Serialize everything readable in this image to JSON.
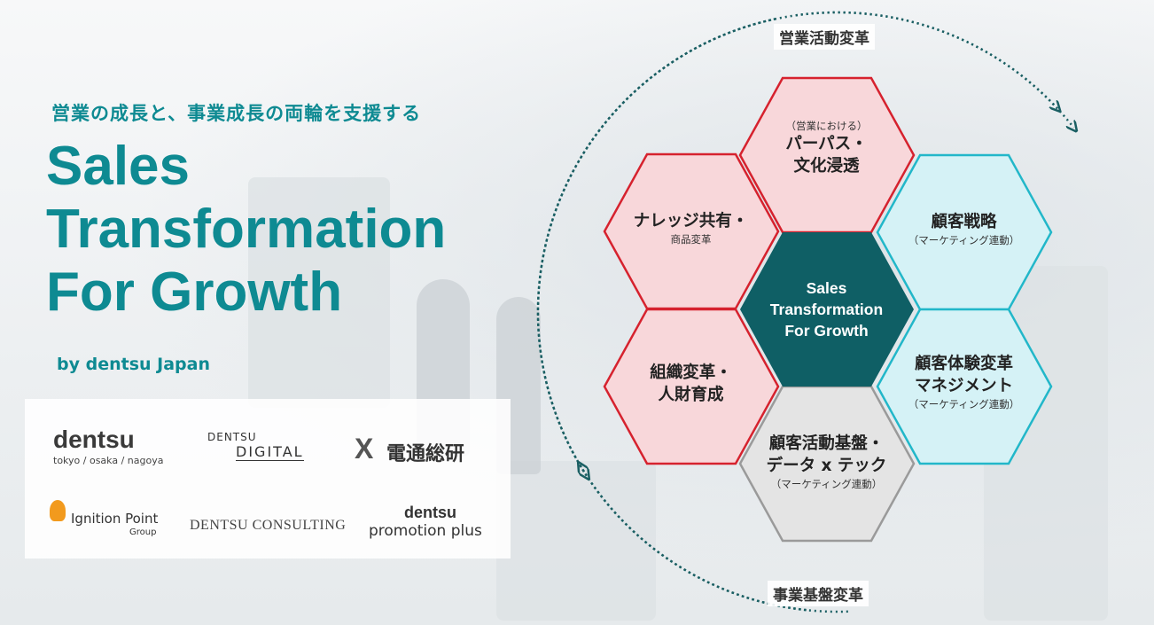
{
  "headline": {
    "subtitle": "営業の成長と、事業成長の両輪を支援する",
    "title_lines": [
      "Sales",
      "Transformation",
      "For Growth"
    ],
    "byline": "by dentsu Japan"
  },
  "logos": {
    "dentsu": "dentsu",
    "dentsu_sub": "tokyo / osaka / nagoya",
    "dentsu_digital_top": "DENTSU",
    "dentsu_digital_bottom": "DIGITAL",
    "soken_mark": "X",
    "soken": "電通総研",
    "ignition_point": "Ignition Point",
    "ignition_point_sub": "Group",
    "dentsu_consulting": "DENTSU CONSULTING",
    "promotion_plus_top": "dentsu",
    "promotion_plus_bottom": "promotion plus"
  },
  "ring": {
    "top_label": "営業活動変革",
    "bottom_label": "事業基盤変革",
    "color": "#1a5f63"
  },
  "center": {
    "lines": [
      "Sales",
      "Transformation",
      "For Growth"
    ],
    "color": "#0f5f65"
  },
  "hexes": {
    "purpose": {
      "note": "（営業における）",
      "line1": "パーパス・",
      "line2": "文化浸透"
    },
    "knowledge": {
      "line1": "ナレッジ共有・",
      "note": "商品変革"
    },
    "customer_strategy": {
      "line1": "顧客戦略",
      "note": "（マーケティング連動）"
    },
    "organization": {
      "line1": "組織変革・",
      "line2": "人財育成"
    },
    "cx": {
      "line1": "顧客体験変革",
      "line2": "マネジメント",
      "note": "（マーケティング連動）"
    },
    "platform": {
      "line1": "顧客活動基盤・",
      "line2": "データ x テック",
      "note": "（マーケティング連動）"
    }
  },
  "colors": {
    "red_fill": "#f8d7da",
    "red_stroke": "#d6222e",
    "cyan_fill": "#d5f2f6",
    "cyan_stroke": "#22b7c9",
    "gray_fill": "#e4e4e4",
    "gray_stroke": "#9a9a9a",
    "teal_text": "#0e8a92"
  }
}
